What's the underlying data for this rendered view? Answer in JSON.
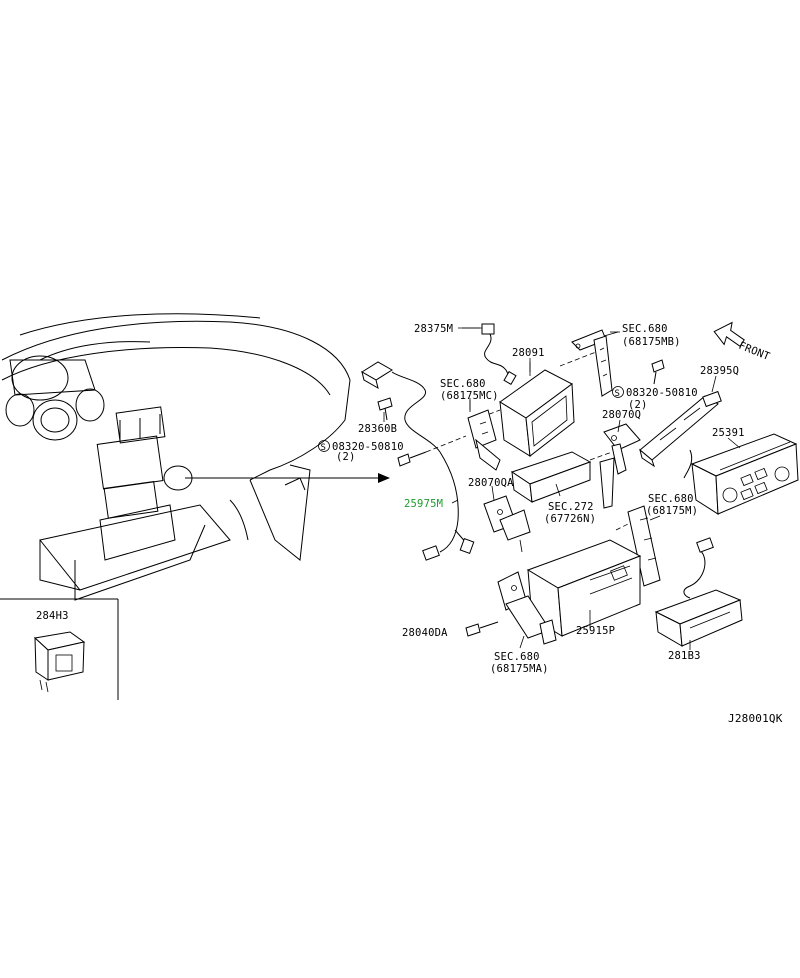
{
  "diagram_id": "J28001QK",
  "inset_label": "284H3",
  "front_label": "FRONT",
  "labels": {
    "l28375M": "28375M",
    "l28091": "28091",
    "lsec680mb_a": "SEC.680",
    "lsec680mb_b": "(68175MB)",
    "lsec680mc_a": "SEC.680",
    "lsec680mc_b": "(68175MC)",
    "l08320_right": "08320-50810",
    "l2_right": "(2)",
    "l28395Q": "28395Q",
    "l28360B": "28360B",
    "l08320_left": "08320-50810",
    "l2_left": "(2)",
    "l28070Q": "28070Q",
    "l25391": "25391",
    "l25975M": "25975M",
    "l28070QA": "28070QA",
    "lsec272_a": "SEC.272",
    "lsec272_b": "(67726N)",
    "lsec680m_a": "SEC.680",
    "lsec680m_b": "(68175M)",
    "l28040DA": "28040DA",
    "l25915P": "25915P",
    "lsec680ma_a": "SEC.680",
    "lsec680ma_b": "(68175MA)",
    "l281B3": "281B3",
    "s_symbol": "S"
  }
}
